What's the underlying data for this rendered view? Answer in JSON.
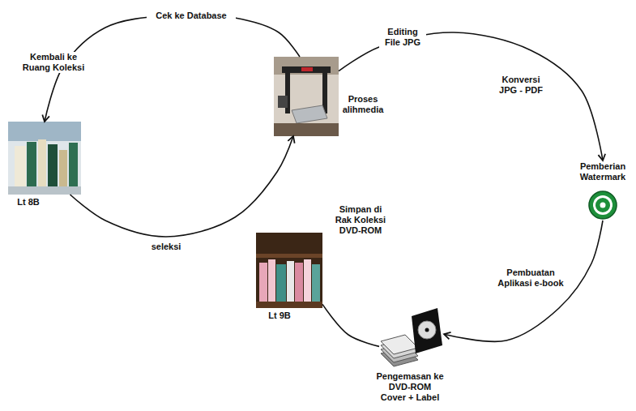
{
  "diagram": {
    "nodes": [
      {
        "text": [
          "Lt 8B"
        ]
      },
      {
        "text": [
          "Proses alihmedia"
        ]
      },
      {
        "text": [
          "Pemberian Watermark"
        ]
      },
      {
        "text": [
          "Pengemasan ke DVD-ROM Cover + Label"
        ]
      },
      {
        "text": [
          "Simpan di Rak Koleksi DVD-ROM",
          "Lt 9B"
        ]
      }
    ],
    "edges": [
      {
        "from": 0,
        "to": 1,
        "label": "seleksi",
        "arrow": "to"
      },
      {
        "from": 1,
        "to": 0,
        "label": "Cek ke Database",
        "arrow": "to"
      },
      {
        "from": 1,
        "to": 2,
        "label": "Editing File JPG",
        "arrow": "to"
      },
      {
        "from": 2,
        "to": 3,
        "label": "Pembuatan Aplikasi e-book",
        "arrow": "to"
      },
      {
        "from": 3,
        "to": 4,
        "arrow": "none"
      }
    ],
    "labels": [
      "Kembali ke Ruang Koleksi",
      "Konversi JPG - PDF"
    ]
  }
}
